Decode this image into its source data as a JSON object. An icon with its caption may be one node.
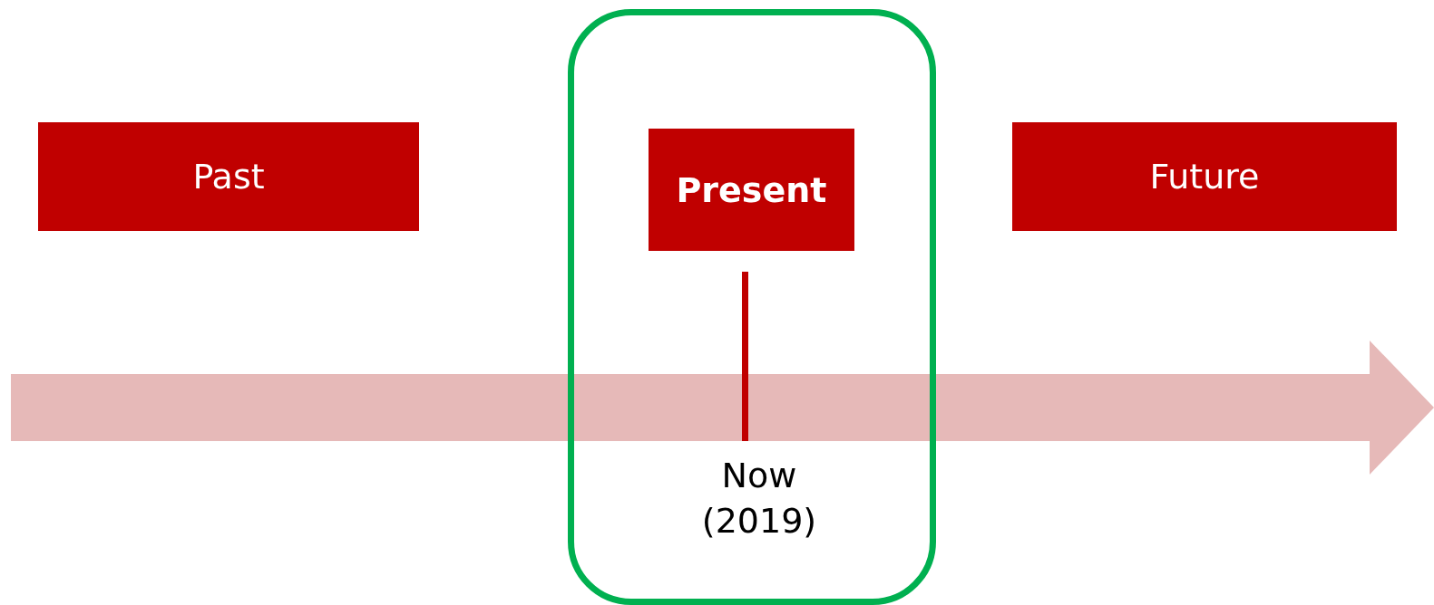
{
  "diagram": {
    "nodes": [
      {
        "text": [
          "Past"
        ]
      },
      {
        "text": [],
        "shape": "box"
      },
      {
        "text": [
          "Present"
        ],
        "in": 1
      },
      {
        "text": [
          "Future"
        ]
      }
    ],
    "labels": [
      "Now (2019)"
    ]
  }
}
